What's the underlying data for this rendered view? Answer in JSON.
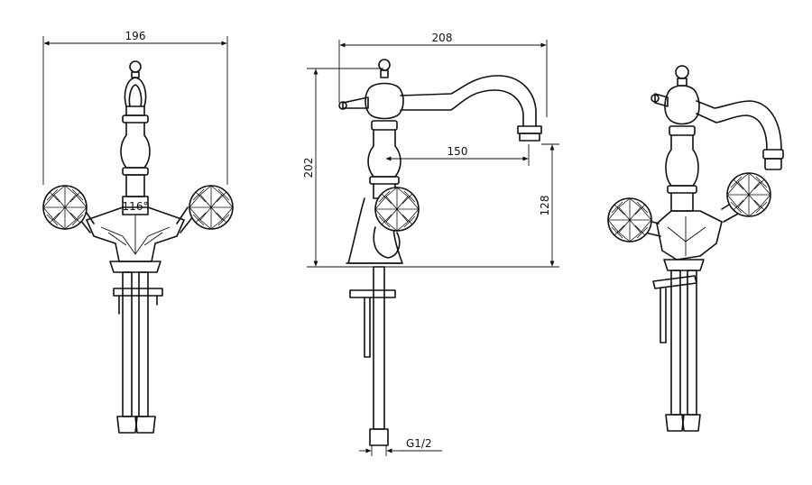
{
  "dimensions": {
    "front_width": "196",
    "side_length": "208",
    "spout_reach": "150",
    "total_height": "202",
    "spout_height": "128",
    "angle": "116°",
    "thread": "G1/2"
  }
}
